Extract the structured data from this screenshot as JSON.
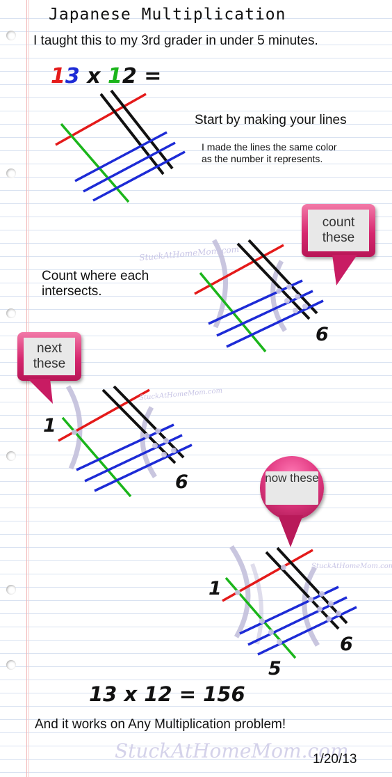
{
  "title": "Japanese Multiplication",
  "intro": "I taught this to my 3rd grader in under 5 minutes.",
  "problem": {
    "digit1": "1",
    "digit2": "3",
    "times": "x",
    "digit3": "1",
    "digit4": "2",
    "equals": "="
  },
  "step_start": "Start by making your lines",
  "color_note": "I made the lines the same color as the number it represents.",
  "count_text": "Count where each intersects.",
  "callouts": {
    "count": "count these",
    "next": "next these",
    "now": "now these"
  },
  "counts": {
    "first": "1",
    "middle": "5",
    "last": "6"
  },
  "answer": "13 x 12 = 156",
  "closing": "And it works on Any Multiplication problem!",
  "date": "1/20/13",
  "watermark": "StuckAtHomeMom.com",
  "colors": {
    "tens_first": "#e41a1a",
    "ones_first": "#1d2bd6",
    "tens_second": "#1bb51b",
    "ones_second": "#111111",
    "callout": "#d6276f"
  }
}
